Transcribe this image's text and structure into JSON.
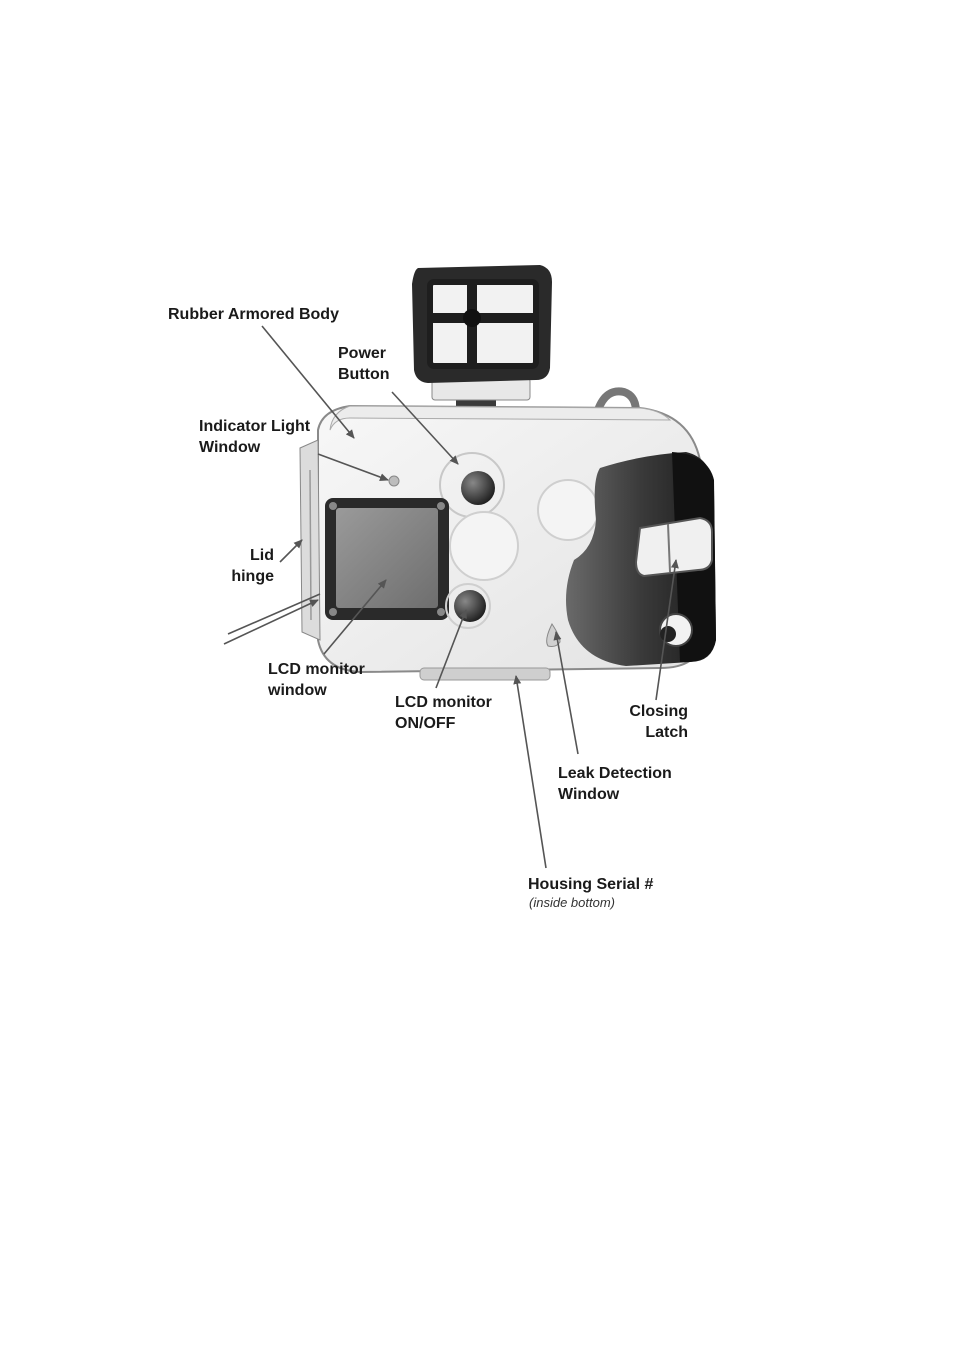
{
  "labels": {
    "rubber_armored_body": "Rubber Armored Body",
    "power_button": [
      "Power",
      "Button"
    ],
    "indicator_light_window": [
      "Indicator Light",
      "Window"
    ],
    "lid_hinge": [
      "Lid",
      "hinge"
    ],
    "lcd_monitor_window": [
      "LCD monitor",
      "window"
    ],
    "lcd_monitor_onoff": [
      "LCD monitor",
      "ON/OFF"
    ],
    "closing_latch": [
      "Closing",
      "Latch"
    ],
    "leak_detection_window": [
      "Leak Detection",
      "Window"
    ],
    "housing_serial": "Housing Serial #",
    "housing_serial_note": "(inside bottom)"
  }
}
